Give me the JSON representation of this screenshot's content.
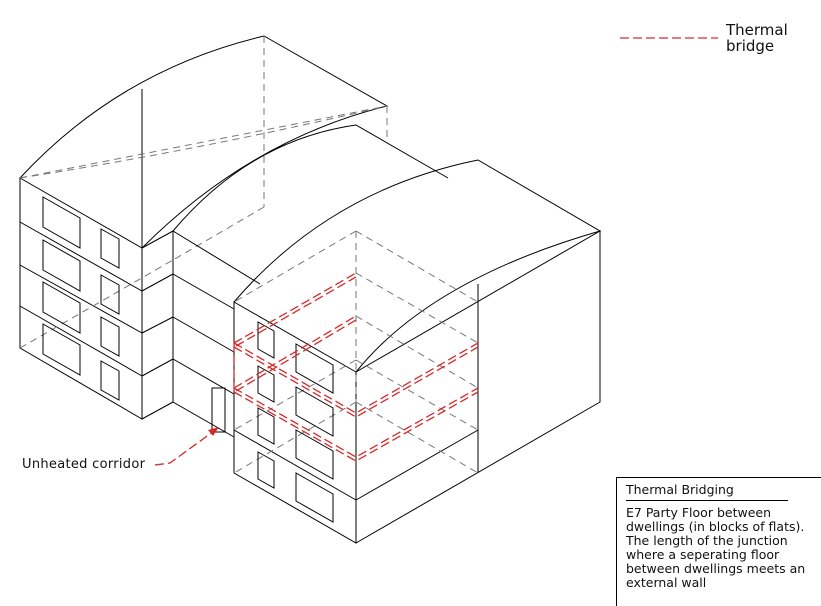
{
  "legend": {
    "label_line1": "Thermal",
    "label_line2": "bridge",
    "color": "#d42a2a"
  },
  "annotation": {
    "label": "Unheated corridor"
  },
  "info_box": {
    "title": "Thermal Bridging",
    "description": "E7 Party Floor between dwellings (in blocks of flats). The length of the junction where a seperating floor between dwellings meets an external wall"
  }
}
